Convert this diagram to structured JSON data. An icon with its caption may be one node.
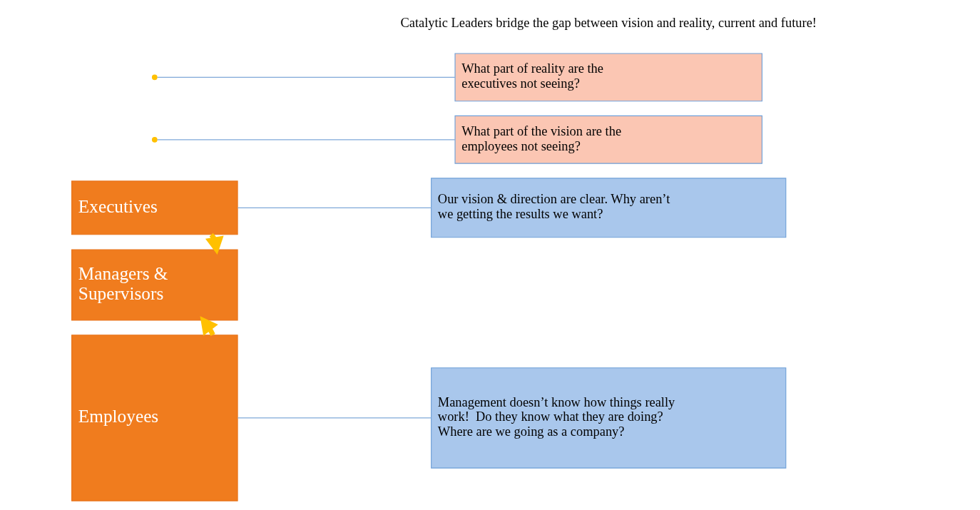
{
  "diagram": {
    "nodes": [
      {
        "text": [
          "Executives"
        ]
      },
      {
        "text": [
          "Managers & Supervisors"
        ]
      },
      {
        "text": [
          "Employees"
        ]
      },
      {
        "text": [
          "Our vision & direction are clear. Why aren’t we getting the results we want?"
        ]
      },
      {
        "text": [
          "What part of the vision are the employees not seeing?"
        ]
      },
      {
        "text": [
          "What part of reality are the executives not seeing?"
        ]
      },
      {
        "text": [
          "Management doesn’t know how things really work!  Do they know what they are doing? Where are we going as a company?"
        ]
      }
    ],
    "edges": [
      {
        "from": 0,
        "to": 1,
        "arrow": "to",
        "style": "thick",
        "color": "#ffc000"
      },
      {
        "from": 2,
        "to": 1,
        "arrow": "to",
        "style": "thick",
        "color": "#ffc000"
      },
      {
        "from": 3,
        "to": 0,
        "arrow": "none"
      },
      {
        "from": 4,
        "to": null,
        "arrow": "none"
      },
      {
        "from": 5,
        "to": null,
        "arrow": "none"
      },
      {
        "from": 6,
        "to": 2,
        "arrow": "none"
      }
    ],
    "labels": [
      "Catalytic Leaders bridge the gap between vision and reality, current and future!"
    ]
  }
}
